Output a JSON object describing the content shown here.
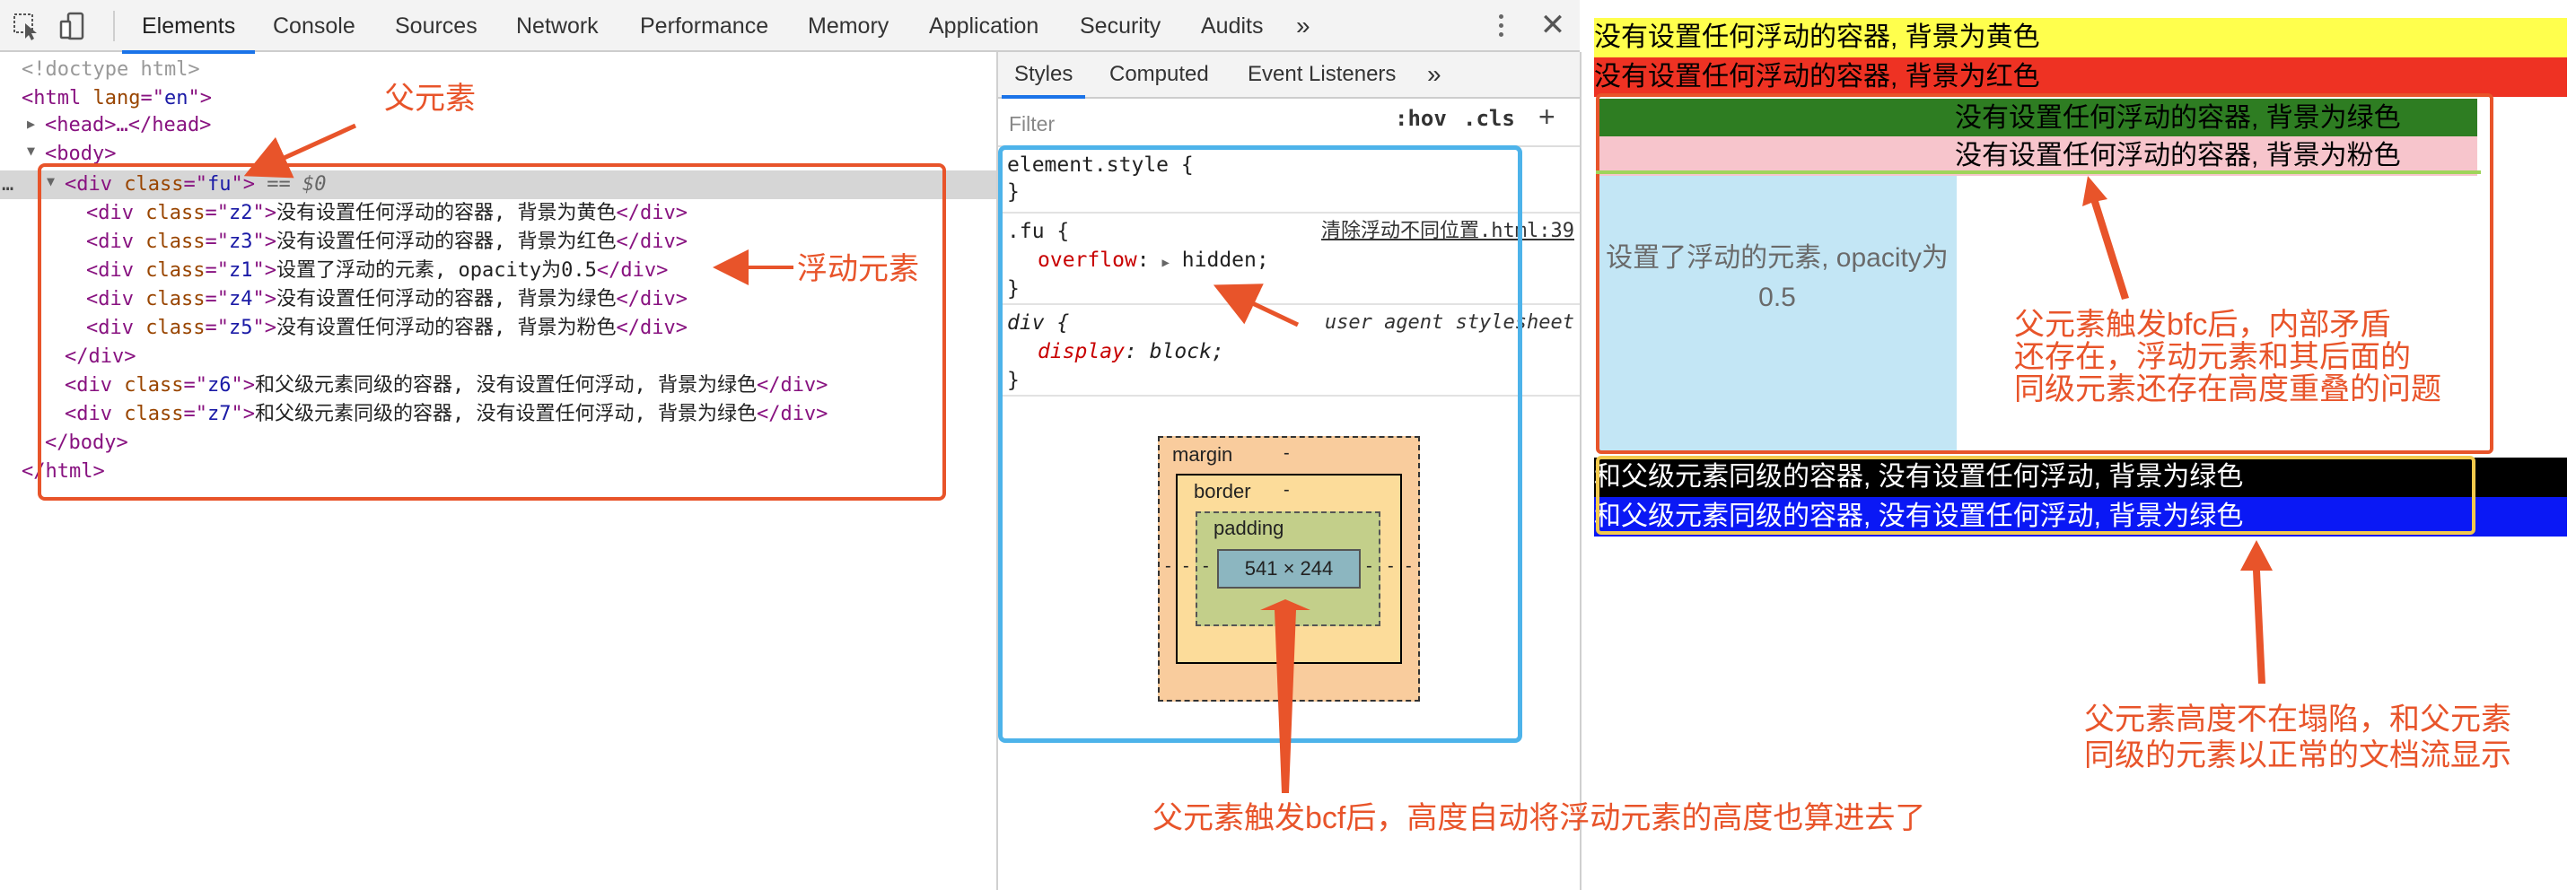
{
  "toolbar": {
    "inspect_icon": "cursor-select-icon",
    "device_icon": "device-toggle-icon",
    "tabs": [
      "Elements",
      "Console",
      "Sources",
      "Network",
      "Performance",
      "Memory",
      "Application",
      "Security",
      "Audits"
    ],
    "active_tab": "Elements",
    "overflow_label": "»",
    "close_label": "✕"
  },
  "dom_tree": {
    "doctype": "<!doctype html>",
    "html_open_tag": "html",
    "html_lang_attr": "lang",
    "html_lang_val": "en",
    "head": "<head>…</head>",
    "body_open": "<body>",
    "fu_div": {
      "tag": "div",
      "attr": "class",
      "value": "fu",
      "suffix": "== $0"
    },
    "children": [
      {
        "cls": "z2",
        "text": "没有设置任何浮动的容器, 背景为黄色"
      },
      {
        "cls": "z3",
        "text": "没有设置任何浮动的容器, 背景为红色"
      },
      {
        "cls": "z1",
        "text": "设置了浮动的元素, opacity为0.5"
      },
      {
        "cls": "z4",
        "text": "没有设置任何浮动的容器, 背景为绿色"
      },
      {
        "cls": "z5",
        "text": "没有设置任何浮动的容器, 背景为粉色"
      }
    ],
    "div_close": "</div>",
    "siblings": [
      {
        "cls": "z6",
        "text": "和父级元素同级的容器, 没有设置任何浮动, 背景为绿色"
      },
      {
        "cls": "z7",
        "text": "和父级元素同级的容器, 没有设置任何浮动, 背景为绿色"
      }
    ],
    "body_close": "</body>",
    "html_close": "</html>",
    "ellipsis": "…"
  },
  "styles": {
    "subtabs": [
      "Styles",
      "Computed",
      "Event Listeners"
    ],
    "subtab_overflow": "»",
    "filter_placeholder": "Filter",
    "hov": ":hov",
    "cls": ".cls",
    "plus": "+",
    "rule1": {
      "selector": "element.style {",
      "close": "}"
    },
    "rule2": {
      "selector": ".fu {",
      "prop": "overflow",
      "value": "hidden;",
      "source": "清除浮动不同位置.html:39",
      "close": "}"
    },
    "rule3": {
      "selector": "div {",
      "prop": "display",
      "value": "block;",
      "source": "user agent stylesheet",
      "close": "}"
    },
    "box_model": {
      "margin": "margin",
      "border": "border",
      "padding": "padding",
      "dash": "-",
      "content": "541 × 244"
    }
  },
  "page": {
    "blocks": [
      {
        "text": "没有设置任何浮动的容器, 背景为黄色",
        "color": "#ffff4d"
      },
      {
        "text": "没有设置任何浮动的容器, 背景为红色",
        "color": "#ee3223"
      },
      {
        "text": "没有设置任何浮动的容器, 背景为绿色",
        "color": "#2e7d22"
      },
      {
        "text": "没有设置任何浮动的容器, 背景为粉色",
        "color": "#f7c5cc"
      },
      {
        "text": "和父级元素同级的容器, 没有设置任何浮动, 背景为绿色",
        "color": "#000000"
      },
      {
        "text": "和父级元素同级的容器, 没有设置任何浮动, 背景为绿色",
        "color": "#0a18f5"
      }
    ],
    "float_text": "设置了浮动的元素, opacity为0.5"
  },
  "annotations": {
    "parent": "父元素",
    "floating": "浮动元素",
    "bfc_bottom": "父元素触发bcf后，高度自动将浮动元素的高度也算进去了",
    "bfc_right_1": "父元素触发bfc后，内部矛盾",
    "bfc_right_2": "还存在，浮动元素和其后面的",
    "bfc_right_3": "同级元素还存在高度重叠的问题",
    "collapse_1": "父元素高度不在塌陷，和父元素",
    "collapse_2": "同级的元素以正常的文档流显示"
  },
  "colors": {
    "annotation": "#e8542a",
    "tab_accent": "#1a73e8",
    "blue_frame": "#4db3ea",
    "yellow_frame": "#f2c94c"
  }
}
